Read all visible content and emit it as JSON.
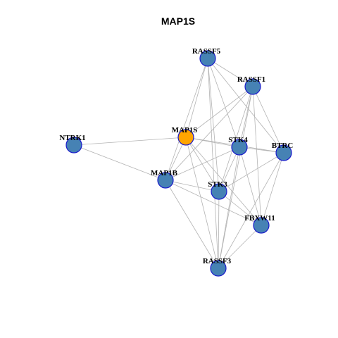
{
  "title": "MAP1S",
  "colors": {
    "node_default": "#4682b4",
    "node_focus": "#ffa500",
    "node_border": "#1a1acc",
    "edge": "#b3b3b3"
  },
  "nodes": [
    {
      "id": "RASSF5",
      "label": "RASSF5",
      "focus": false
    },
    {
      "id": "RASSF1",
      "label": "RASSF1",
      "focus": false
    },
    {
      "id": "MAP1S",
      "label": "MAP1S",
      "focus": true
    },
    {
      "id": "NTRK1",
      "label": "NTRK1",
      "focus": false
    },
    {
      "id": "STK4",
      "label": "STK4",
      "focus": false
    },
    {
      "id": "BTRC",
      "label": "BTRC",
      "focus": false
    },
    {
      "id": "MAP1B",
      "label": "MAP1B",
      "focus": false
    },
    {
      "id": "STK3",
      "label": "STK3",
      "focus": false
    },
    {
      "id": "FBXW11",
      "label": "FBXW11",
      "focus": false
    },
    {
      "id": "RASSF3",
      "label": "RASSF3",
      "focus": false
    }
  ],
  "edges": [
    [
      "NTRK1",
      "MAP1S"
    ],
    [
      "NTRK1",
      "MAP1B"
    ],
    [
      "MAP1S",
      "RASSF5"
    ],
    [
      "MAP1S",
      "RASSF1"
    ],
    [
      "MAP1S",
      "STK4"
    ],
    [
      "MAP1S",
      "BTRC"
    ],
    [
      "MAP1S",
      "MAP1B"
    ],
    [
      "MAP1S",
      "STK3"
    ],
    [
      "MAP1S",
      "FBXW11"
    ],
    [
      "MAP1S",
      "RASSF3"
    ],
    [
      "RASSF5",
      "RASSF1"
    ],
    [
      "RASSF5",
      "STK4"
    ],
    [
      "RASSF5",
      "BTRC"
    ],
    [
      "RASSF5",
      "MAP1B"
    ],
    [
      "RASSF5",
      "STK3"
    ],
    [
      "RASSF5",
      "RASSF3"
    ],
    [
      "RASSF1",
      "STK4"
    ],
    [
      "RASSF1",
      "BTRC"
    ],
    [
      "RASSF1",
      "MAP1B"
    ],
    [
      "RASSF1",
      "STK3"
    ],
    [
      "RASSF1",
      "FBXW11"
    ],
    [
      "RASSF1",
      "RASSF3"
    ],
    [
      "STK4",
      "BTRC"
    ],
    [
      "STK4",
      "MAP1B"
    ],
    [
      "STK4",
      "STK3"
    ],
    [
      "STK4",
      "FBXW11"
    ],
    [
      "STK4",
      "RASSF3"
    ],
    [
      "BTRC",
      "STK3"
    ],
    [
      "BTRC",
      "FBXW11"
    ],
    [
      "BTRC",
      "RASSF3"
    ],
    [
      "MAP1B",
      "STK3"
    ],
    [
      "MAP1B",
      "FBXW11"
    ],
    [
      "MAP1B",
      "RASSF3"
    ],
    [
      "STK3",
      "FBXW11"
    ],
    [
      "STK3",
      "RASSF3"
    ],
    [
      "FBXW11",
      "RASSF3"
    ]
  ]
}
